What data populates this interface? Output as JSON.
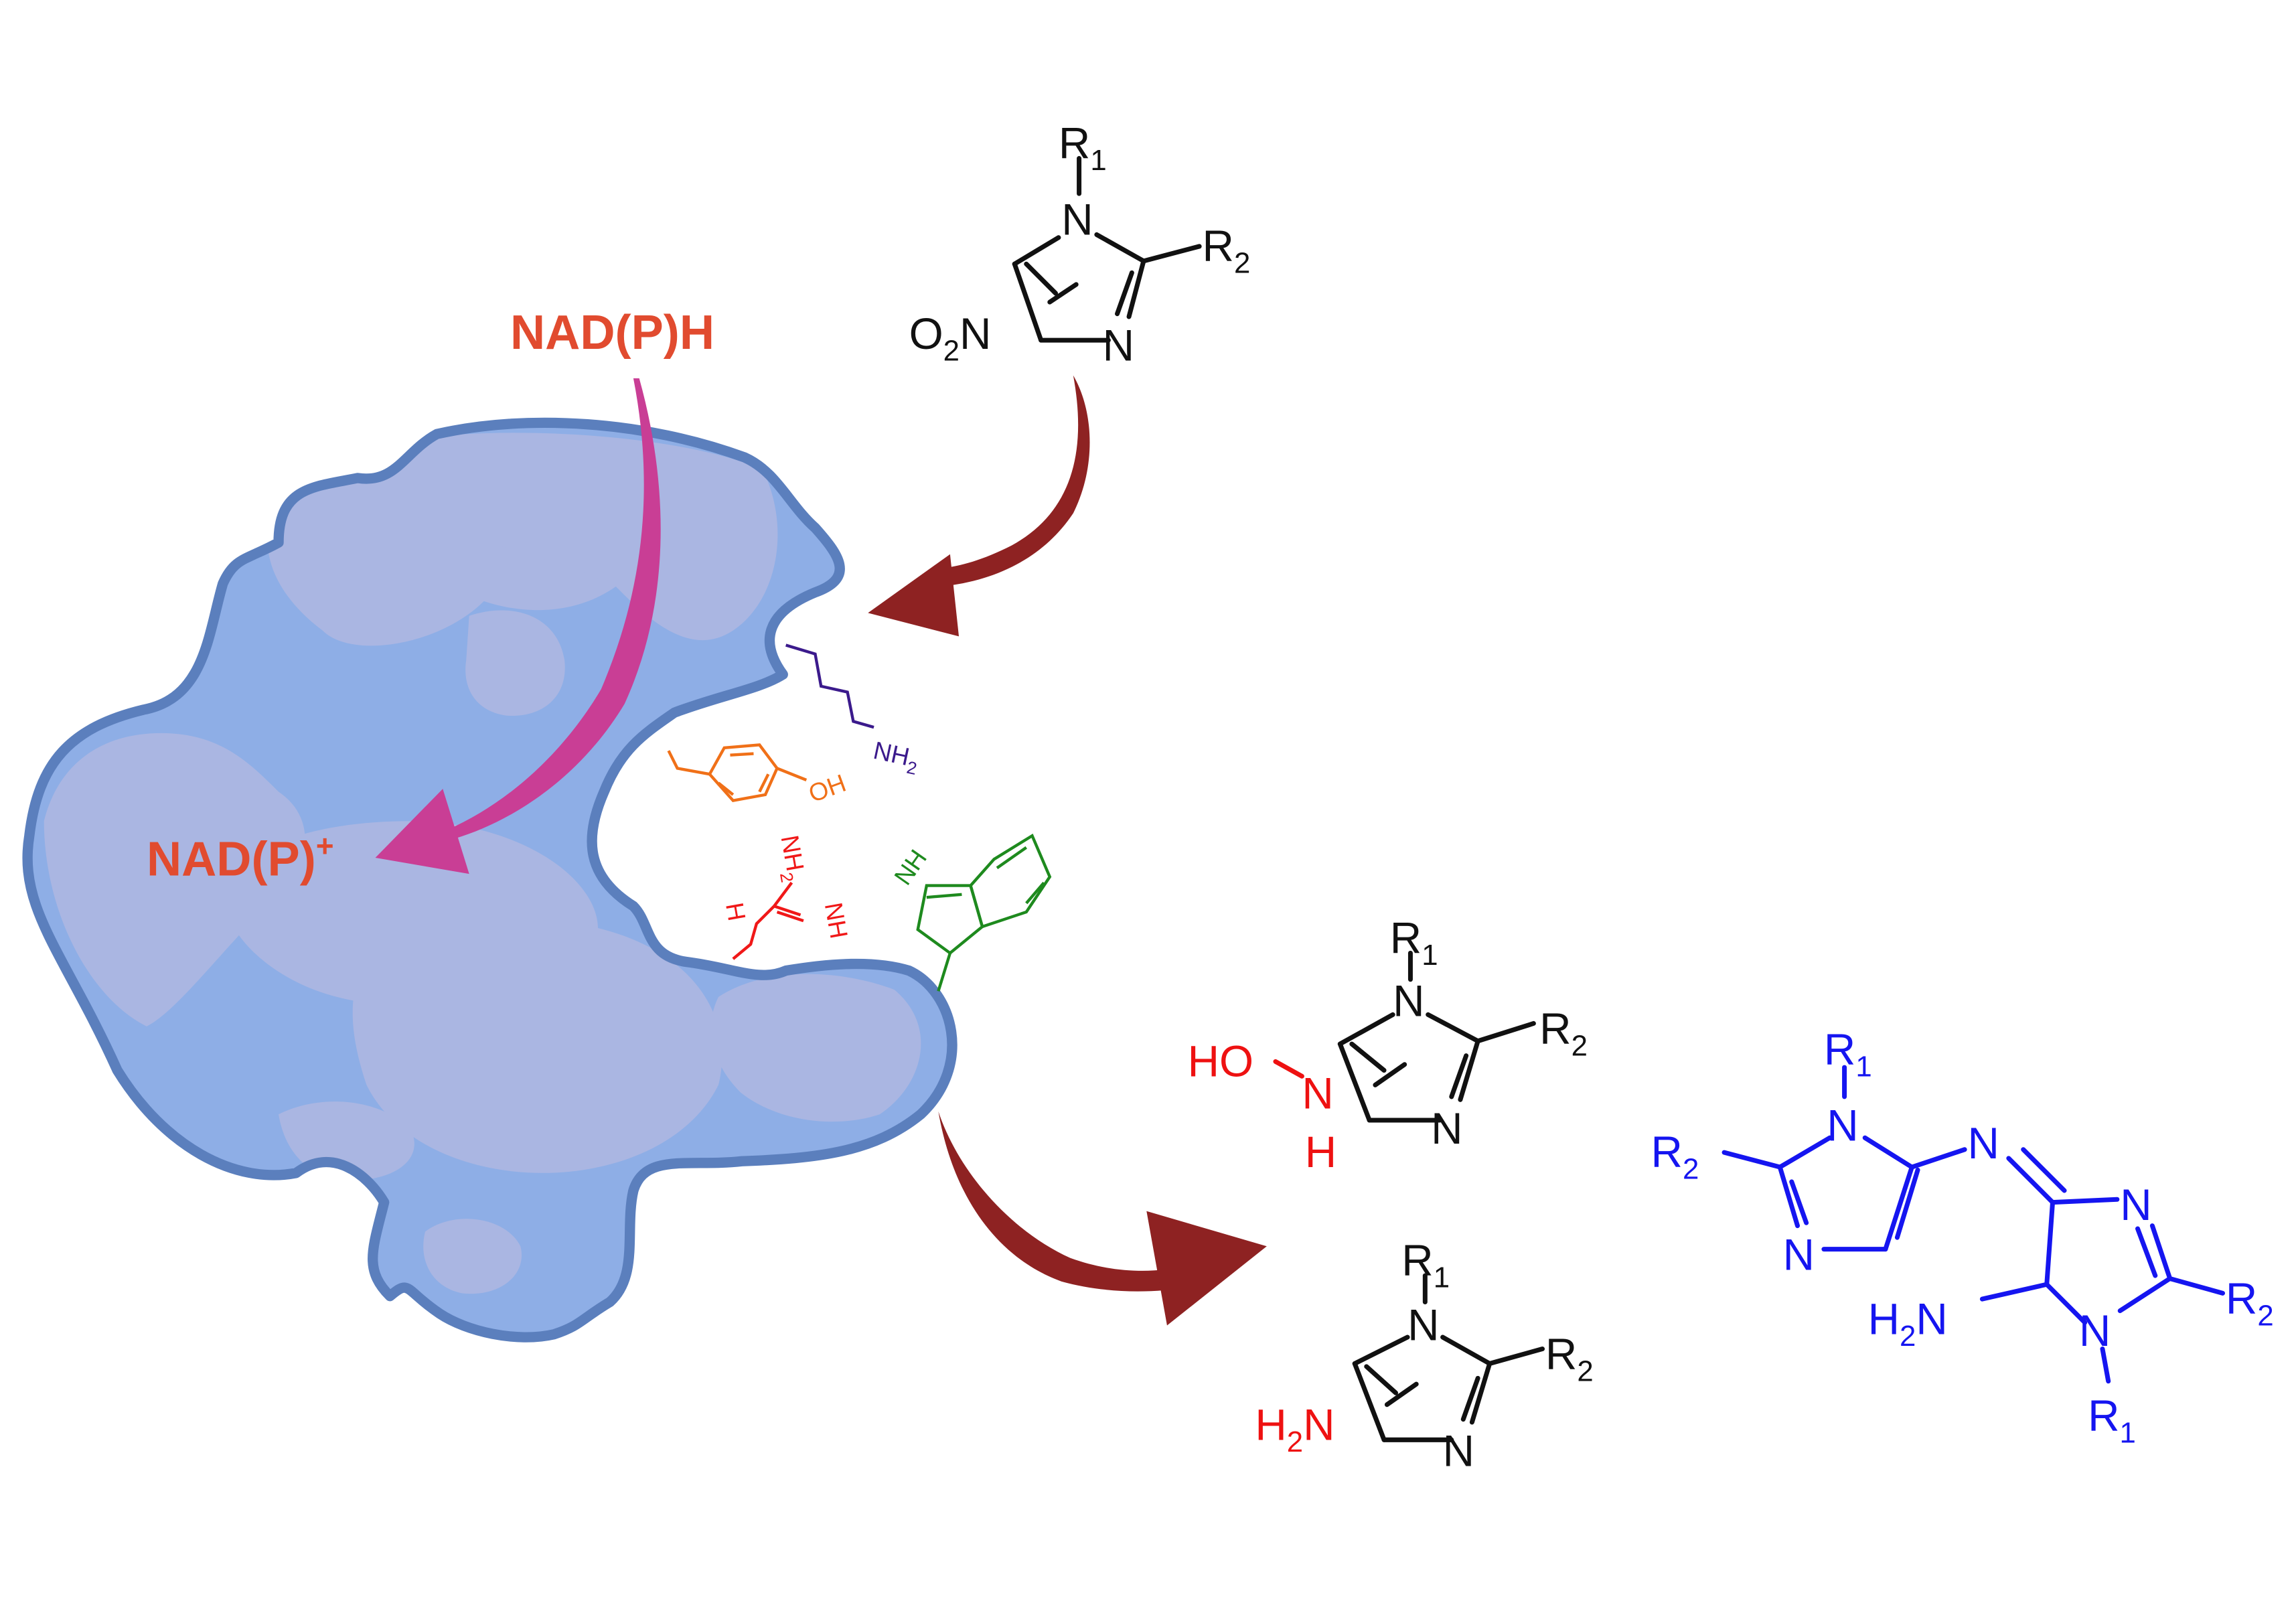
{
  "colors": {
    "enzyme_fill": "#8eaee6",
    "enzyme_patch": "#aab6e2",
    "enzyme_outline": "#5b7fbd",
    "cofactor_text": "#e14b2f",
    "cofactor_arrow": "#c93e95",
    "reaction_arrow": "#8e2222",
    "black": "#111111",
    "red": "#ee1111",
    "blue": "#1515f0",
    "lysine": "#3b1a8c",
    "tyrosine": "#f07018",
    "arginine": "#f01818",
    "tryptophan": "#1e8a1e"
  },
  "cofactor": {
    "reduced": "NAD(P)H",
    "oxidized_base": "NAD(P)",
    "oxidized_charge": "+"
  },
  "substrate": {
    "r1": "R",
    "r1_sub": "1",
    "r2": "R",
    "r2_sub": "2",
    "ring_n1": "N",
    "ring_n3": "N",
    "nitro_o": "O",
    "nitro_sub": "2",
    "nitro_n": "N"
  },
  "residues": {
    "lysine_nh": "NH",
    "lysine_h2": "2",
    "tyrosine_oh": "OH",
    "arginine_nh2": "NH",
    "arginine_h2": "2",
    "arginine_nh": "NH",
    "arginine_h": "H",
    "tryptophan_nh": "NH"
  },
  "hydroxylamine": {
    "r1": "R",
    "r1_sub": "1",
    "r2": "R",
    "r2_sub": "2",
    "ring_n1": "N",
    "ring_n3": "N",
    "ho": "HO",
    "n": "N",
    "h": "H"
  },
  "amine": {
    "r1": "R",
    "r1_sub": "1",
    "r2": "R",
    "r2_sub": "2",
    "ring_n1": "N",
    "ring_n3": "N",
    "h": "H",
    "h_sub": "2",
    "n": "N"
  },
  "dimer": {
    "r1_top": "R",
    "r1_top_sub": "1",
    "r2_left": "R",
    "r2_left_sub": "2",
    "n1_top": "N",
    "n3_left": "N",
    "bridge_n": "N",
    "ring2_n3": "N",
    "ring2_n1": "N",
    "h": "H",
    "h_sub": "2",
    "n": "N",
    "r2_right": "R",
    "r2_right_sub": "2",
    "r1_bottom": "R",
    "r1_bottom_sub": "1"
  }
}
